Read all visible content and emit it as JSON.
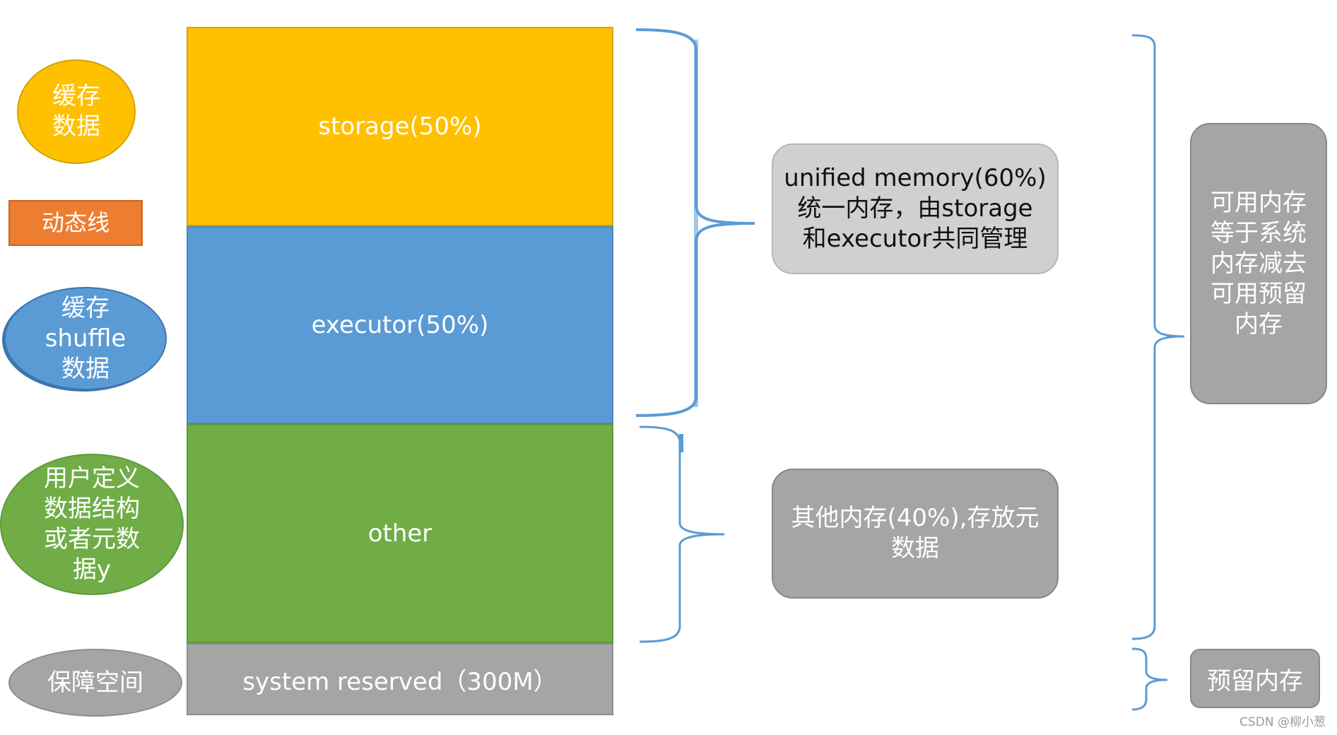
{
  "memory_stack": {
    "storage": "storage(50%)",
    "executor": "executor(50%)",
    "other": "other",
    "reserved": "system reserved（300M）"
  },
  "left_labels": {
    "cache_data": [
      "缓存",
      "数据"
    ],
    "dynamic_line": "动态线",
    "cache_shuffle": [
      "缓存",
      "shuffle",
      "数据"
    ],
    "user_data": [
      "用户定义",
      "数据结构",
      "或者元数",
      "据y"
    ],
    "guarantee_space": "保障空间"
  },
  "right_boxes": {
    "unified": [
      "unified memory(60%)",
      "统一内存，由storage",
      "和executor共同管理"
    ],
    "other_memory": [
      "其他内存(40%),存放元",
      "数据"
    ],
    "available": [
      "可用内存",
      "等于系统",
      "内存减去",
      "可用预留",
      "内存"
    ],
    "reserved": "预留内存"
  },
  "watermark": "CSDN @柳小葱",
  "colors": {
    "storage": "#ffc000",
    "executor": "#5b9bd5",
    "other": "#70ad47",
    "reserved": "#a5a5a5",
    "dynamic_line": "#ed7d31",
    "brace": "#5b9bd5"
  }
}
